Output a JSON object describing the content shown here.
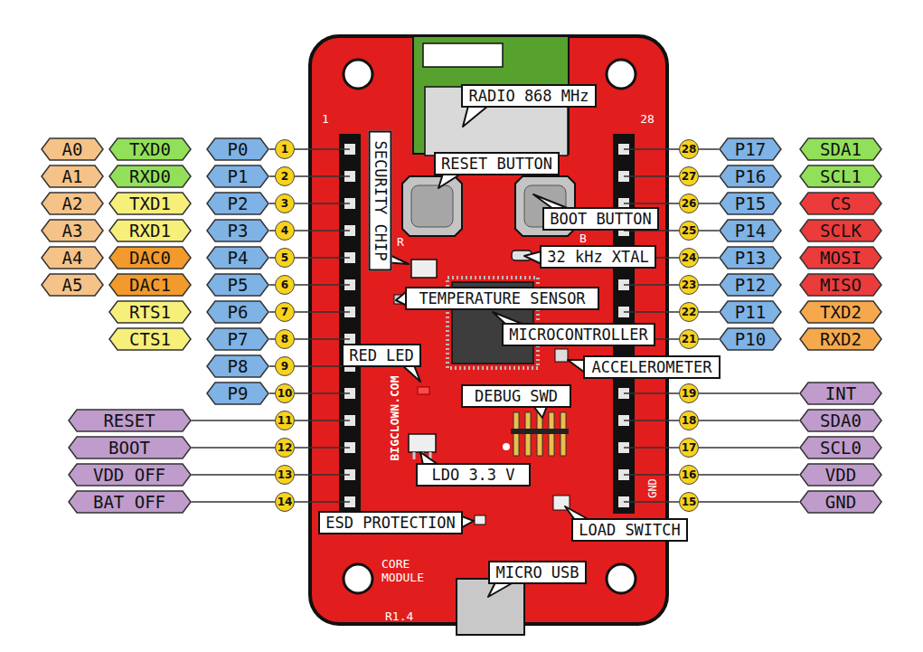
{
  "diagram": {
    "nodes": [
      {
        "text": [
          "A0"
        ]
      },
      {
        "text": [
          "TXD0"
        ]
      },
      {
        "text": [
          "P0"
        ]
      },
      {
        "text": [
          "1"
        ]
      },
      {
        "text": [
          "A1"
        ]
      },
      {
        "text": [
          "RXD0"
        ]
      },
      {
        "text": [
          "P1"
        ]
      },
      {
        "text": [
          "2"
        ]
      },
      {
        "text": [
          "A2"
        ]
      },
      {
        "text": [
          "TXD1"
        ]
      },
      {
        "text": [
          "P2"
        ]
      },
      {
        "text": [
          "3"
        ]
      },
      {
        "text": [
          "A3"
        ]
      },
      {
        "text": [
          "RXD1"
        ]
      },
      {
        "text": [
          "P3"
        ]
      },
      {
        "text": [
          "4"
        ]
      },
      {
        "text": [
          "A4"
        ]
      },
      {
        "text": [
          "DAC0"
        ]
      },
      {
        "text": [
          "P4"
        ]
      },
      {
        "text": [
          "5"
        ]
      },
      {
        "text": [
          "A5"
        ]
      },
      {
        "text": [
          "DAC1"
        ]
      },
      {
        "text": [
          "P5"
        ]
      },
      {
        "text": [
          "6"
        ]
      },
      {
        "text": [
          "RTS1"
        ]
      },
      {
        "text": [
          "P6"
        ]
      },
      {
        "text": [
          "7"
        ]
      },
      {
        "text": [
          "CTS1"
        ]
      },
      {
        "text": [
          "P7"
        ]
      },
      {
        "text": [
          "8"
        ]
      },
      {
        "text": [
          "P8"
        ]
      },
      {
        "text": [
          "9"
        ]
      },
      {
        "text": [
          "P9"
        ]
      },
      {
        "text": [
          "10"
        ]
      },
      {
        "text": [
          "RESET"
        ]
      },
      {
        "text": [
          "11"
        ]
      },
      {
        "text": [
          "BOOT"
        ]
      },
      {
        "text": [
          "12"
        ]
      },
      {
        "text": [
          "VDD OFF"
        ]
      },
      {
        "text": [
          "13"
        ]
      },
      {
        "text": [
          "BAT OFF"
        ]
      },
      {
        "text": [
          "14"
        ]
      },
      {
        "text": [
          "28"
        ]
      },
      {
        "text": [
          "P17"
        ]
      },
      {
        "text": [
          "SDA1"
        ]
      },
      {
        "text": [
          "27"
        ]
      },
      {
        "text": [
          "P16"
        ]
      },
      {
        "text": [
          "SCL1"
        ]
      },
      {
        "text": [
          "26"
        ]
      },
      {
        "text": [
          "P15"
        ]
      },
      {
        "text": [
          "CS"
        ]
      },
      {
        "text": [
          "25"
        ]
      },
      {
        "text": [
          "P14"
        ]
      },
      {
        "text": [
          "SCLK"
        ]
      },
      {
        "text": [
          "24"
        ]
      },
      {
        "text": [
          "P13"
        ]
      },
      {
        "text": [
          "MOSI"
        ]
      },
      {
        "text": [
          "23"
        ]
      },
      {
        "text": [
          "P12"
        ]
      },
      {
        "text": [
          "MISO"
        ]
      },
      {
        "text": [
          "22"
        ]
      },
      {
        "text": [
          "P11"
        ]
      },
      {
        "text": [
          "TXD2"
        ]
      },
      {
        "text": [
          "21"
        ]
      },
      {
        "text": [
          "P10"
        ]
      },
      {
        "text": [
          "RXD2"
        ]
      },
      {
        "text": [
          "19"
        ]
      },
      {
        "text": [
          "INT"
        ]
      },
      {
        "text": [
          "18"
        ]
      },
      {
        "text": [
          "SDA0"
        ]
      },
      {
        "text": [
          "17"
        ]
      },
      {
        "text": [
          "SCL0"
        ]
      },
      {
        "text": [
          "16"
        ]
      },
      {
        "text": [
          "VDD"
        ]
      },
      {
        "text": [
          "15"
        ]
      },
      {
        "text": [
          "GND"
        ]
      },
      {
        "text": [
          "RADIO 868 MHz"
        ]
      },
      {
        "text": [
          "SECURITY CHIP"
        ]
      },
      {
        "text": [
          "RESET BUTTON"
        ]
      },
      {
        "text": [
          "BOOT BUTTON"
        ]
      },
      {
        "text": [
          "32 kHz XTAL"
        ]
      },
      {
        "text": [
          "TEMPERATURE SENSOR"
        ]
      },
      {
        "text": [
          "MICROCONTROLLER"
        ]
      },
      {
        "text": [
          "RED LED"
        ]
      },
      {
        "text": [
          "ACCELEROMETER"
        ]
      },
      {
        "text": [
          "DEBUG SWD"
        ]
      },
      {
        "text": [
          "LDO 3.3 V"
        ]
      },
      {
        "text": [
          "ESD PROTECTION"
        ]
      },
      {
        "text": [
          "LOAD SWITCH"
        ]
      },
      {
        "text": [
          "MICRO USB"
        ]
      }
    ],
    "edges": [
      {
        "from": 2,
        "to": 3,
        "arrow": "none"
      },
      {
        "from": 6,
        "to": 7,
        "arrow": "none"
      },
      {
        "from": 10,
        "to": 11,
        "arrow": "none"
      },
      {
        "from": 14,
        "to": 15,
        "arrow": "none"
      },
      {
        "from": 18,
        "to": 19,
        "arrow": "none"
      },
      {
        "from": 22,
        "to": 23,
        "arrow": "none"
      },
      {
        "from": 25,
        "to": 26,
        "arrow": "none"
      },
      {
        "from": 28,
        "to": 29,
        "arrow": "none"
      },
      {
        "from": 30,
        "to": 31,
        "arrow": "none"
      },
      {
        "from": 32,
        "to": 33,
        "arrow": "none"
      },
      {
        "from": 34,
        "to": 35,
        "arrow": "none"
      },
      {
        "from": 36,
        "to": 37,
        "arrow": "none"
      },
      {
        "from": 38,
        "to": 39,
        "arrow": "none"
      },
      {
        "from": 40,
        "to": 41,
        "arrow": "none"
      },
      {
        "from": 42,
        "to": 43,
        "arrow": "none"
      },
      {
        "from": 45,
        "to": 46,
        "arrow": "none"
      },
      {
        "from": 48,
        "to": 49,
        "arrow": "none"
      },
      {
        "from": 51,
        "to": 52,
        "arrow": "none"
      },
      {
        "from": 54,
        "to": 55,
        "arrow": "none"
      },
      {
        "from": 57,
        "to": 58,
        "arrow": "none"
      },
      {
        "from": 60,
        "to": 61,
        "arrow": "none"
      },
      {
        "from": 63,
        "to": 64,
        "arrow": "none"
      },
      {
        "from": 66,
        "to": 67,
        "arrow": "none"
      },
      {
        "from": 68,
        "to": 69,
        "arrow": "none"
      },
      {
        "from": 70,
        "to": 71,
        "arrow": "none"
      },
      {
        "from": 72,
        "to": 73,
        "arrow": "none"
      },
      {
        "from": 74,
        "to": 75,
        "arrow": "none"
      }
    ],
    "labels": [
      "1",
      "28",
      "R",
      "B",
      "BIGCLOWN.COM",
      "GND",
      "CORE MODULE",
      "R1.4"
    ]
  }
}
